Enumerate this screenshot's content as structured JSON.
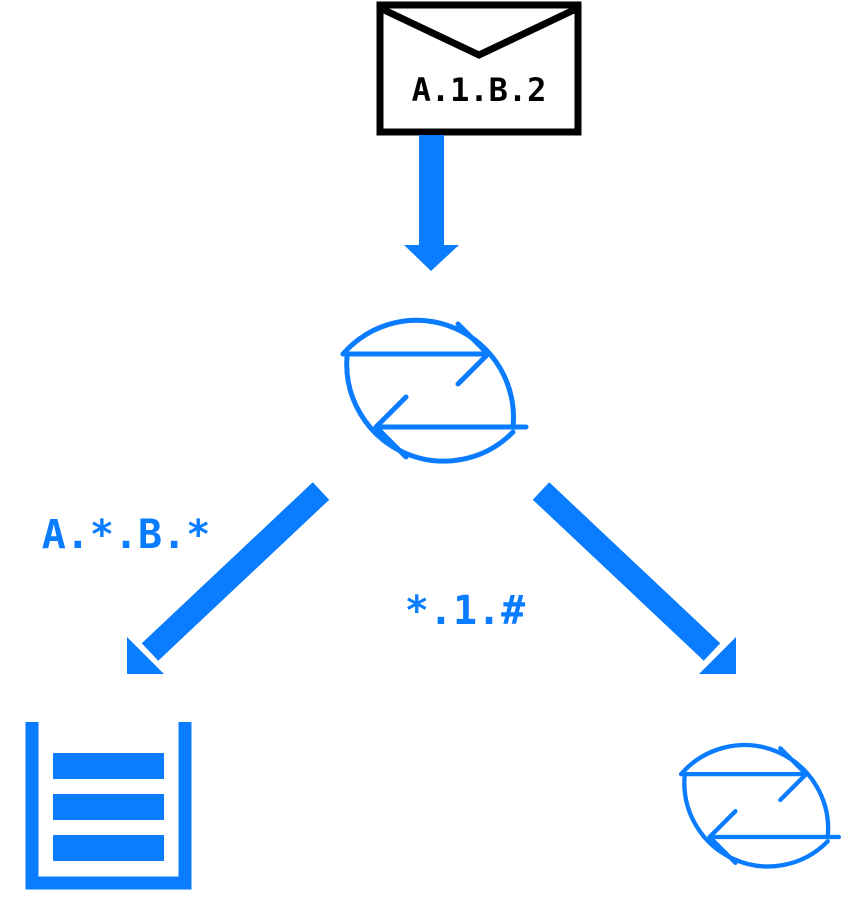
{
  "colors": {
    "accent": "#0a7cff",
    "ink": "#000000",
    "paper": "#ffffff"
  },
  "message": {
    "icon": "envelope-icon",
    "routing_key": "A.1.B.2"
  },
  "exchange_main": {
    "icon": "exchange-icon"
  },
  "bindings": {
    "left": "A.*.B.*",
    "right": "*.1.#"
  },
  "queue": {
    "icon": "queue-icon"
  },
  "exchange_child": {
    "icon": "exchange-icon"
  }
}
